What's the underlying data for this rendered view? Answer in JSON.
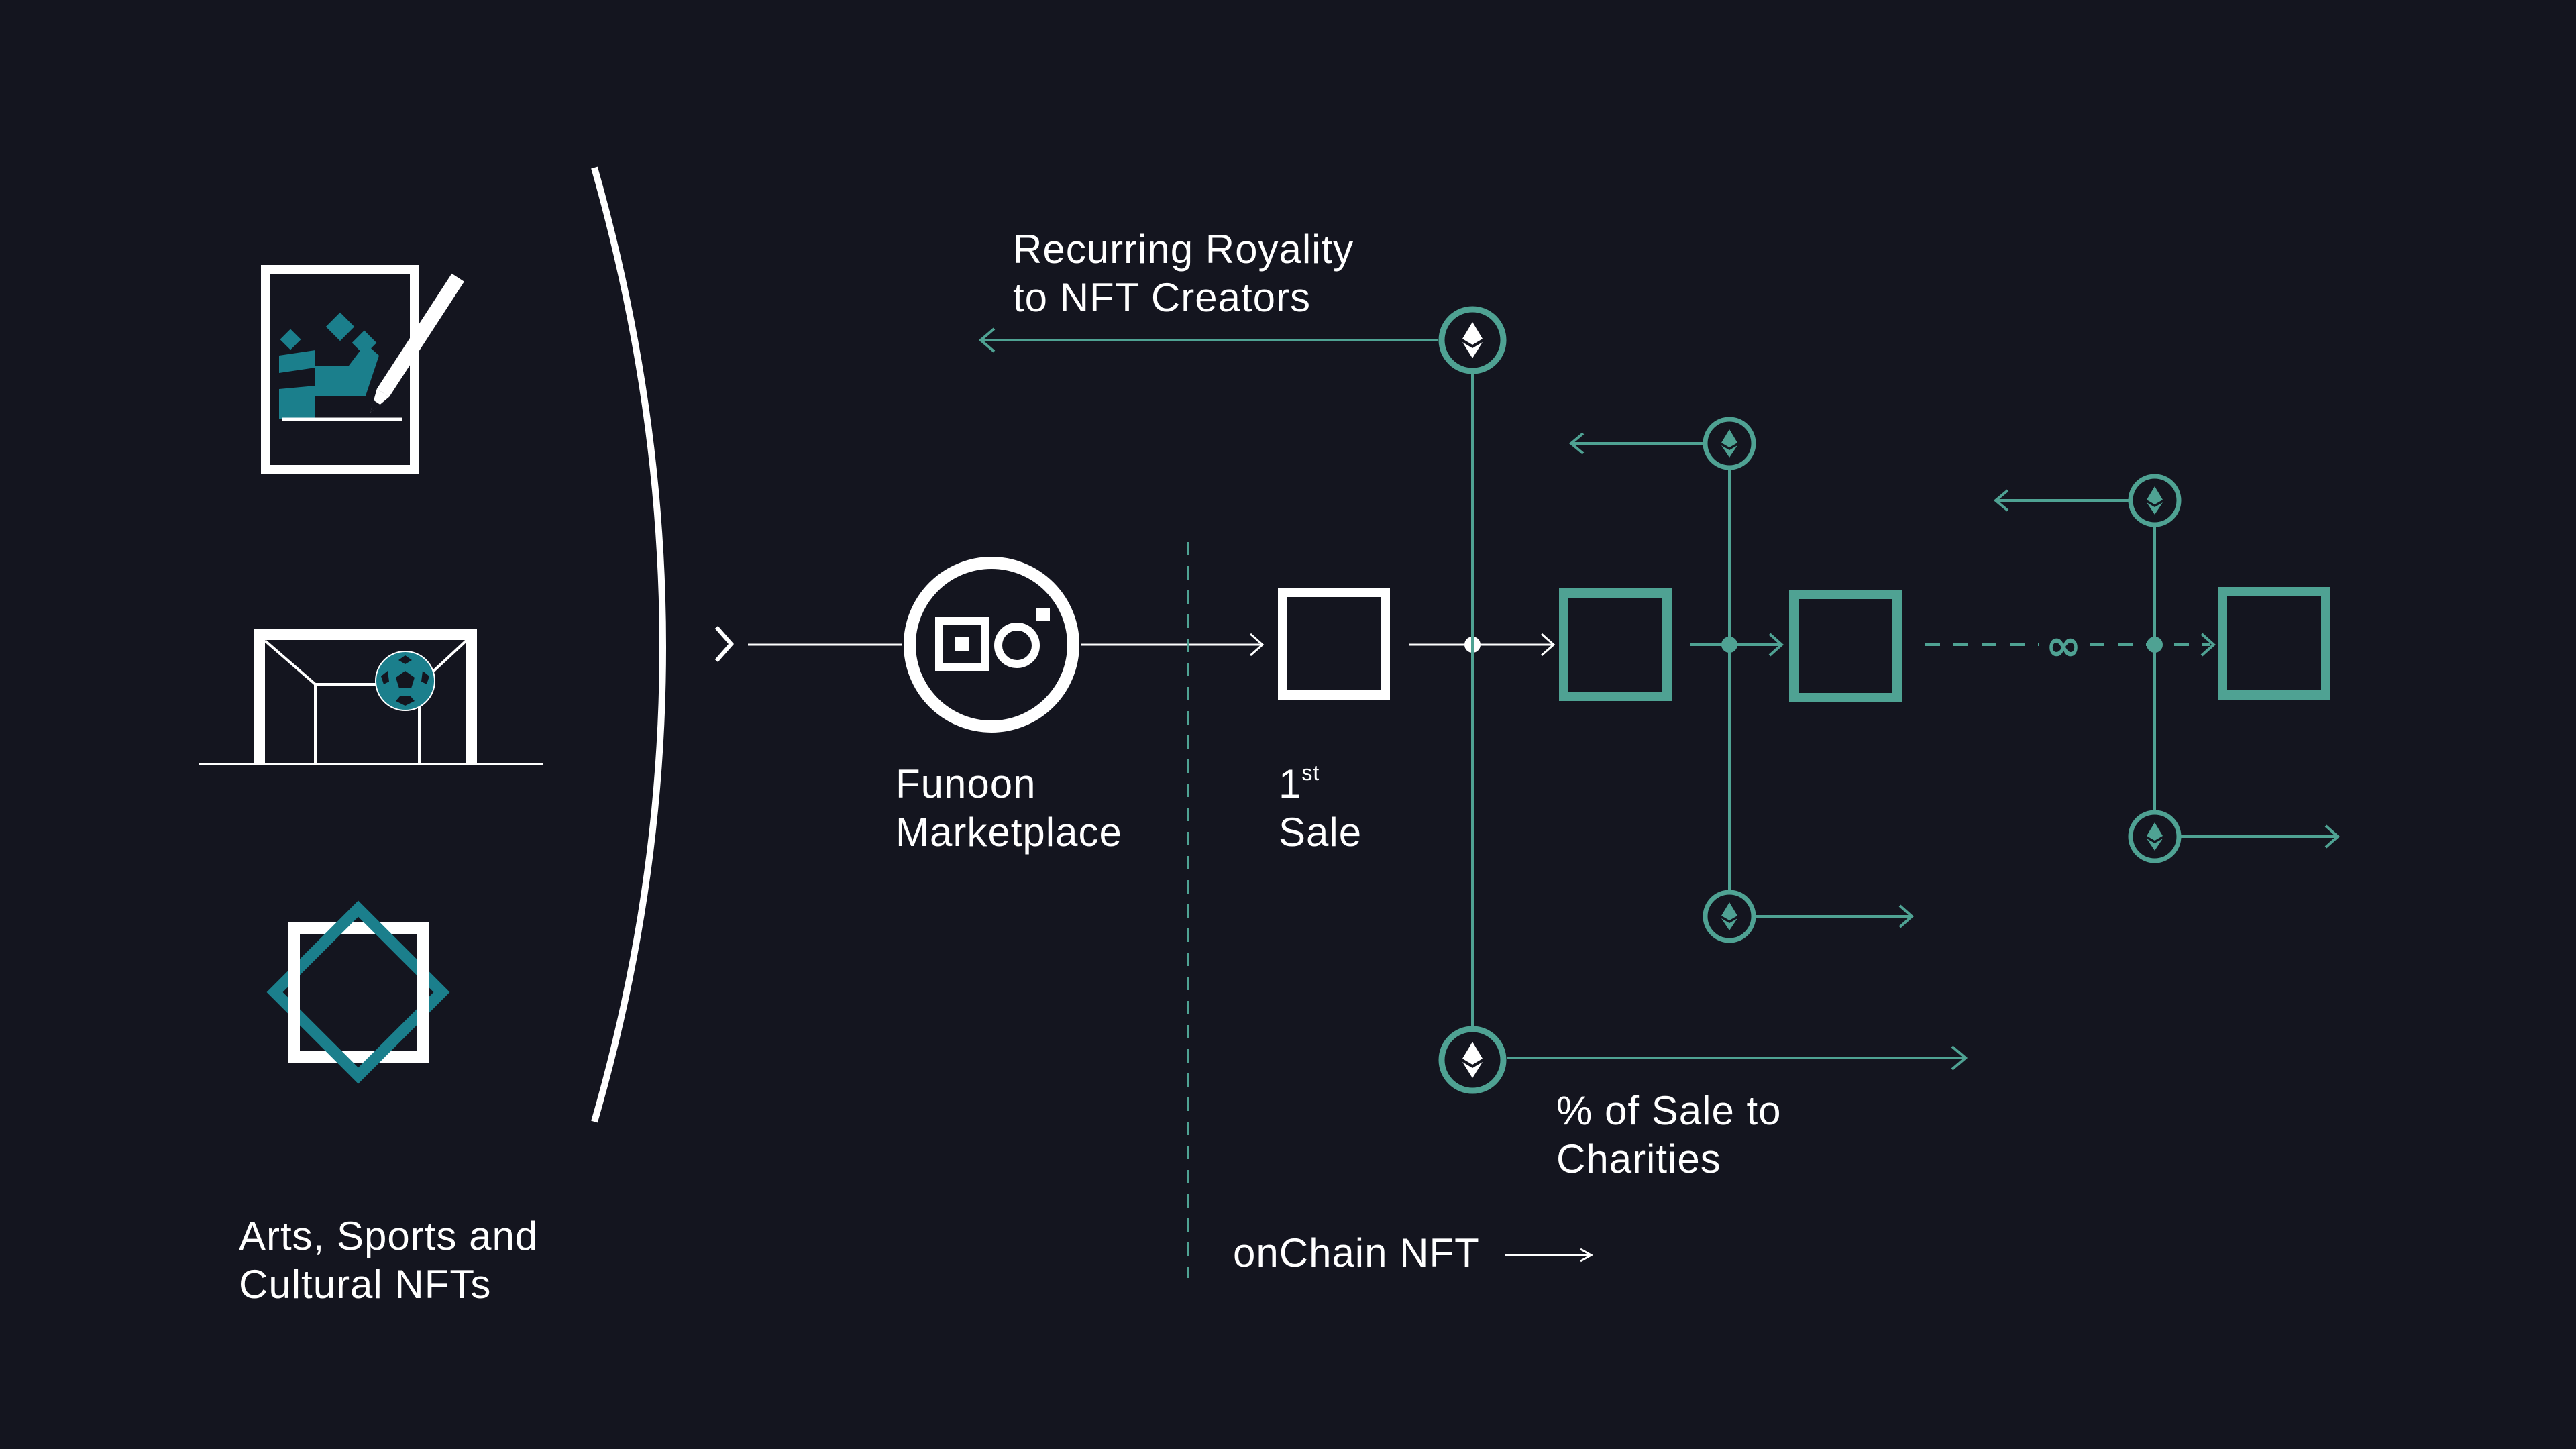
{
  "colors": {
    "background": "#14151f",
    "white": "#ffffff",
    "teal": "#4fa293",
    "art_blue": "#1b7f8c"
  },
  "icons": {
    "art_category": "canvas-pen-icon",
    "sports_category": "goal-ball-icon",
    "cultural_category": "star-pattern-icon",
    "marketplace": "funoon-logo-icon",
    "token": "ethereum-icon",
    "nft": "square-icon",
    "repeat": "infinity-icon"
  },
  "labels": {
    "categories": [
      "Arts, Sports and",
      "Cultural NFTs"
    ],
    "marketplace": [
      "Funoon",
      "Marketplace"
    ],
    "first_sale_number": "1",
    "first_sale_suffix": "st",
    "first_sale_word": "Sale",
    "royalty": [
      "Recurring Royality",
      "to NFT Creators"
    ],
    "charity": [
      "% of Sale to",
      "Charities"
    ],
    "onchain": "onChain NFT",
    "infinity": "∞"
  }
}
